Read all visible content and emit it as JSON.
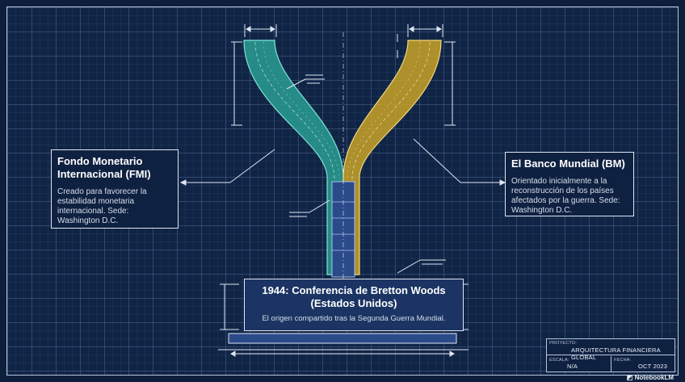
{
  "fmi": {
    "title": "Fondo Monetario Internacional (FMI)",
    "text": "Creado para favorecer la estabilidad monetaria internacional. Sede: Washington D.C."
  },
  "bm": {
    "title": "El Banco Mundial (BM)",
    "text": "Orientado inicialmente a la reconstrucción de los países afectados por la guerra. Sede: Washington D.C."
  },
  "base": {
    "title": "1944: Conferencia de Bretton Woods (Estados Unidos)",
    "text": "El origen compartido tras la Segunda Guerra Mundial."
  },
  "titleblock": {
    "project_label": "PROYECTO:",
    "project_value": "ARQUITECTURA FINANCIERA GLOBAL",
    "scale_label": "ESCALA:",
    "scale_value": "N/A",
    "date_label": "FECHA:",
    "date_value": "OCT 2023"
  },
  "watermark": "NotebookLM",
  "colors": {
    "background": "#0d1f3c",
    "fmi_teal": "#2a9d93",
    "bm_gold": "#c9a227",
    "trunk_blue": "#2b4a8a",
    "line": "#dfe6f2"
  }
}
